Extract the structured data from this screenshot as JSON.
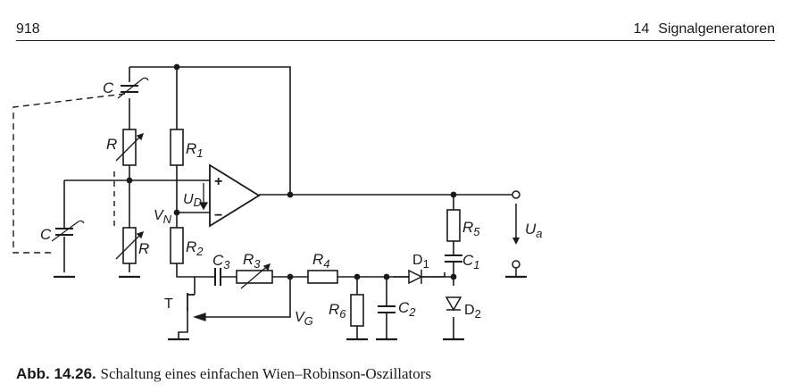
{
  "header": {
    "page_number": "918",
    "chapter_number": "14",
    "chapter_title": "Signalgeneratoren"
  },
  "figure": {
    "labels": {
      "c_top": "C",
      "c_bottom": "C",
      "r_top": "R",
      "r_bottom": "R",
      "r1": "R",
      "r1_sub": "1",
      "r2": "R",
      "r2_sub": "2",
      "r3": "R",
      "r3_sub": "3",
      "r4": "R",
      "r4_sub": "4",
      "r5": "R",
      "r5_sub": "5",
      "r6": "R",
      "r6_sub": "6",
      "c1": "C",
      "c1_sub": "1",
      "c2": "C",
      "c2_sub": "2",
      "c3": "C",
      "c3_sub": "3",
      "d1": "D",
      "d1_sub": "1",
      "d2": "D",
      "d2_sub": "2",
      "ud": "U",
      "ud_sub": "D",
      "vn": "V",
      "vn_sub": "N",
      "vg": "V",
      "vg_sub": "G",
      "ua": "U",
      "ua_sub": "a",
      "t": "T",
      "plus": "+",
      "minus": "−"
    }
  },
  "caption": {
    "label": "Abb. 14.26.",
    "text": "Schaltung eines einfachen Wien–Robinson-Oszillators"
  }
}
